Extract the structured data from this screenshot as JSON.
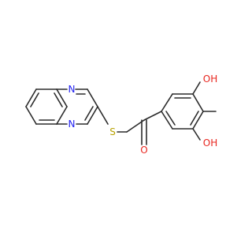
{
  "molecule": {
    "atoms": {
      "n_top": "N",
      "n_bottom": "N",
      "s_thioether": "S",
      "o_ketone": "O",
      "oh_para": "OH",
      "oh_meta": "OH"
    },
    "colors": {
      "bond": "#2b2b2b",
      "nitrogen": "#1c1cf0",
      "sulfur": "#b8a200",
      "oxygen": "#e8251e"
    }
  }
}
